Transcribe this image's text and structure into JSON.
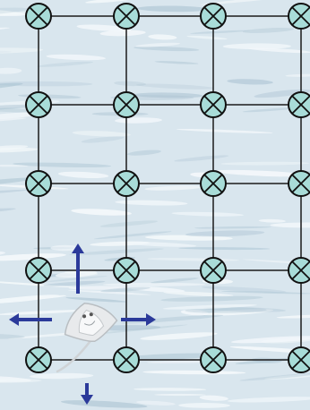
{
  "board": {
    "columns": 4,
    "rows": 5,
    "node_icon": "crossed-circle-icon",
    "player_icon": "stingray-icon",
    "player_cell": {
      "col": 0,
      "row": 4
    },
    "colors": {
      "water_base": "#d9e6ee",
      "water_light": "#f2f7fa",
      "water_dark": "#a9c2d1",
      "grid_line": "#1a1a1a",
      "node_fill": "#a8dcd8",
      "node_stroke": "#111111",
      "arrow": "#2b3a9a",
      "ray_body": "#e8eaec"
    }
  },
  "move_arrows": [
    {
      "direction": "up",
      "icon": "arrow-up-icon"
    },
    {
      "direction": "left",
      "icon": "arrow-left-icon"
    },
    {
      "direction": "right",
      "icon": "arrow-right-icon"
    },
    {
      "direction": "down",
      "icon": "arrow-down-icon"
    }
  ]
}
